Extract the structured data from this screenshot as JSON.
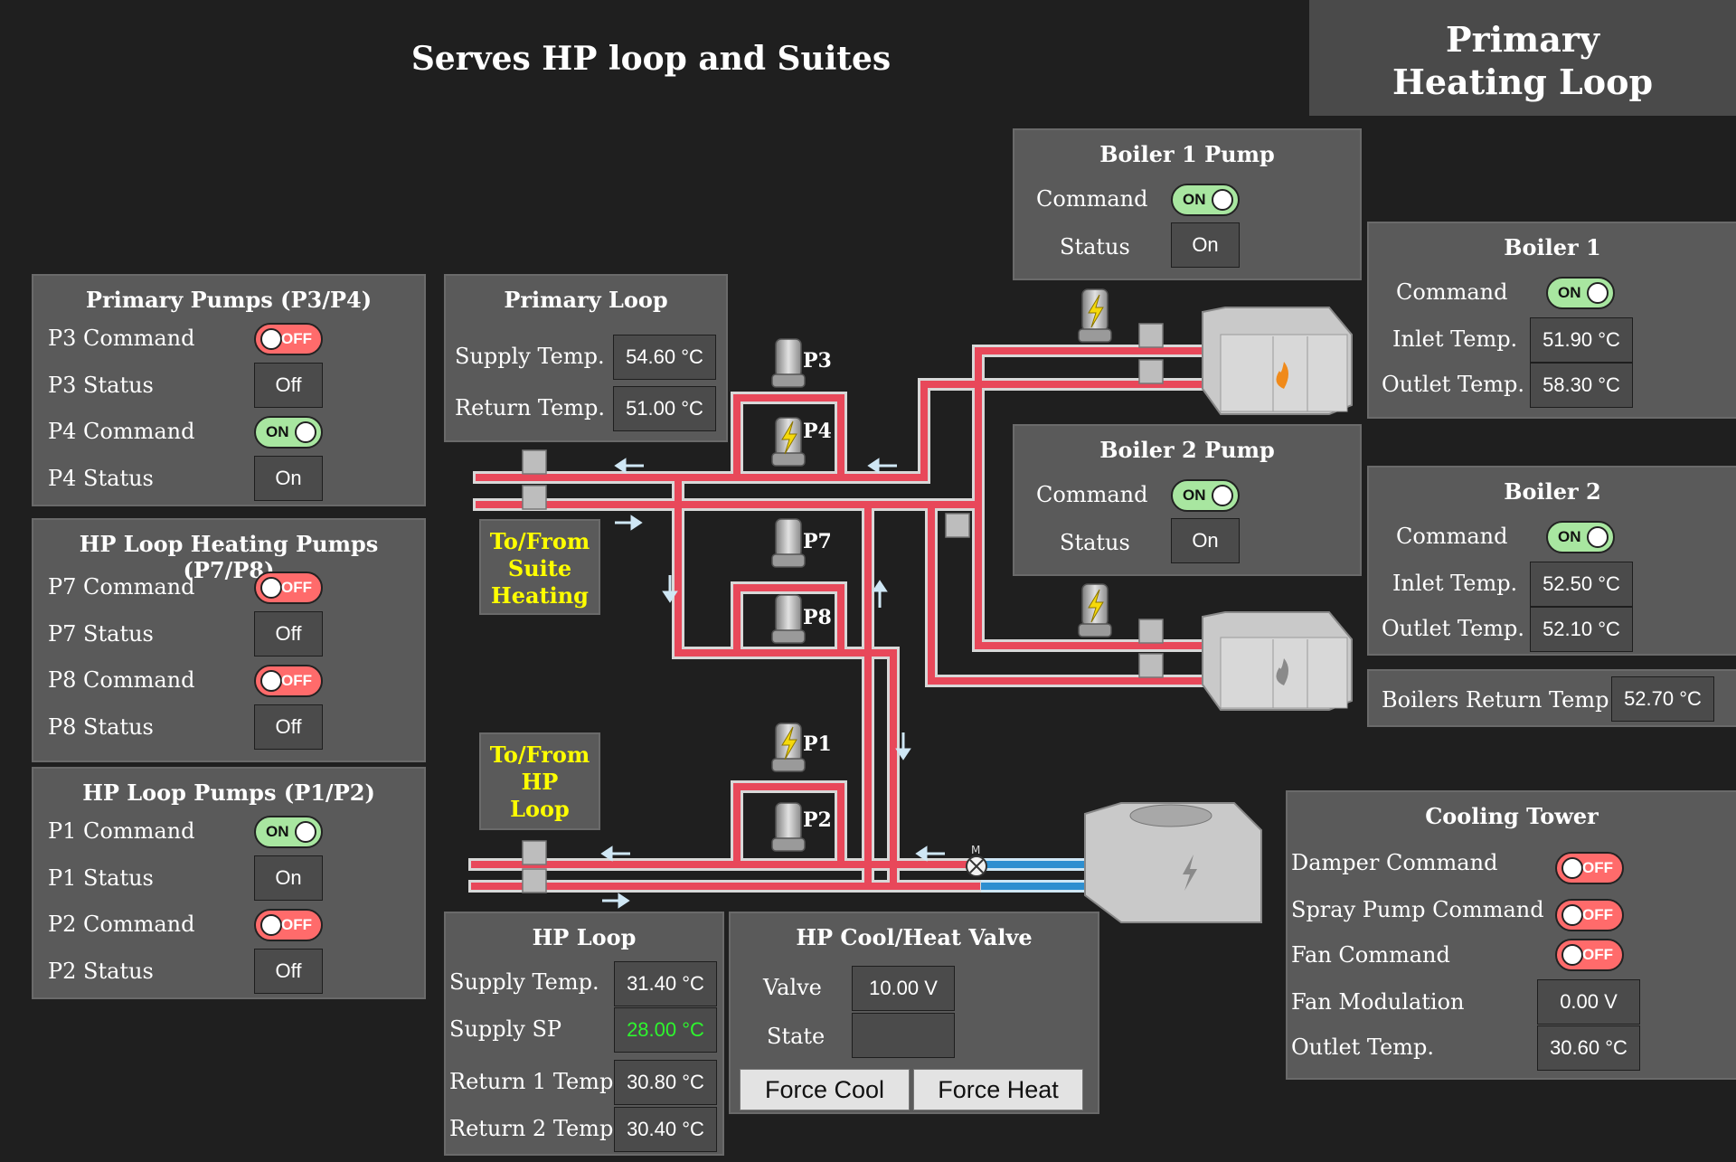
{
  "header": {
    "main_title": "Serves HP loop and Suites",
    "box_line1": "Primary",
    "box_line2": "Heating Loop"
  },
  "primary_pumps": {
    "title": "Primary Pumps (P3/P4)",
    "rows": [
      {
        "label": "P3 Command",
        "type": "toggle",
        "state": "OFF"
      },
      {
        "label": "P3 Status",
        "type": "value",
        "value": "Off"
      },
      {
        "label": "P4 Command",
        "type": "toggle",
        "state": "ON"
      },
      {
        "label": "P4 Status",
        "type": "value",
        "value": "On"
      }
    ]
  },
  "hp_heating_pumps": {
    "title": "HP Loop Heating Pumps (P7/P8)",
    "rows": [
      {
        "label": "P7 Command",
        "type": "toggle",
        "state": "OFF"
      },
      {
        "label": "P7 Status",
        "type": "value",
        "value": "Off"
      },
      {
        "label": "P8 Command",
        "type": "toggle",
        "state": "OFF"
      },
      {
        "label": "P8 Status",
        "type": "value",
        "value": "Off"
      }
    ]
  },
  "hp_loop_pumps": {
    "title": "HP Loop Pumps (P1/P2)",
    "rows": [
      {
        "label": "P1 Command",
        "type": "toggle",
        "state": "ON"
      },
      {
        "label": "P1 Status",
        "type": "value",
        "value": "On"
      },
      {
        "label": "P2 Command",
        "type": "toggle",
        "state": "OFF"
      },
      {
        "label": "P2 Status",
        "type": "value",
        "value": "Off"
      }
    ]
  },
  "primary_loop": {
    "title": "Primary Loop",
    "supply_label": "Supply Temp.",
    "supply_value": "54.60 °C",
    "return_label": "Return Temp.",
    "return_value": "51.00 °C"
  },
  "boiler1_pump": {
    "title": "Boiler 1 Pump",
    "command_label": "Command",
    "command_state": "ON",
    "status_label": "Status",
    "status_value": "On"
  },
  "boiler2_pump": {
    "title": "Boiler 2 Pump",
    "command_label": "Command",
    "command_state": "ON",
    "status_label": "Status",
    "status_value": "On"
  },
  "boiler1": {
    "title": "Boiler 1",
    "command_label": "Command",
    "command_state": "ON",
    "inlet_label": "Inlet Temp.",
    "inlet_value": "51.90 °C",
    "outlet_label": "Outlet Temp.",
    "outlet_value": "58.30 °C"
  },
  "boiler2": {
    "title": "Boiler 2",
    "command_label": "Command",
    "command_state": "ON",
    "inlet_label": "Inlet Temp.",
    "inlet_value": "52.50 °C",
    "outlet_label": "Outlet Temp.",
    "outlet_value": "52.10 °C"
  },
  "boilers_return": {
    "label": "Boilers Return Temp",
    "value": "52.70 °C"
  },
  "suite_box": {
    "line1": "To/From",
    "line2": "Suite",
    "line3": "Heating"
  },
  "hp_box": {
    "line1": "To/From",
    "line2": "HP",
    "line3": "Loop"
  },
  "pumps": {
    "p1": "P1",
    "p2": "P2",
    "p3": "P3",
    "p4": "P4",
    "p7": "P7",
    "p8": "P8"
  },
  "valve_label": "M",
  "hp_loop": {
    "title": "HP Loop",
    "supply_label": "Supply Temp.",
    "supply_value": "31.40 °C",
    "sp_label": "Supply SP",
    "sp_value": "28.00 °C",
    "ret1_label": "Return 1 Temp.",
    "ret1_value": "30.80 °C",
    "ret2_label": "Return 2 Temp.",
    "ret2_value": "30.40 °C"
  },
  "valve_panel": {
    "title": "HP Cool/Heat Valve",
    "valve_label": "Valve",
    "valve_value": "10.00 V",
    "state_label": "State",
    "state_value": "",
    "force_cool": "Force Cool",
    "force_heat": "Force Heat"
  },
  "cooling_tower": {
    "title": "Cooling Tower",
    "damper_label": "Damper Command",
    "damper_state": "OFF",
    "spray_label": "Spray Pump Command",
    "spray_state": "OFF",
    "fan_label": "Fan Command",
    "fan_state": "OFF",
    "fanmod_label": "Fan Modulation",
    "fanmod_value": "0.00 V",
    "outlet_label": "Outlet Temp.",
    "outlet_value": "30.60 °C"
  },
  "colors": {
    "pipe_hot": "#e8485a",
    "pipe_cold": "#2e8fd0",
    "panel": "#5a5a5a",
    "toggle_on": "#a8e6a0",
    "toggle_off": "#ff6b6b",
    "setpoint": "#2ef52e"
  }
}
